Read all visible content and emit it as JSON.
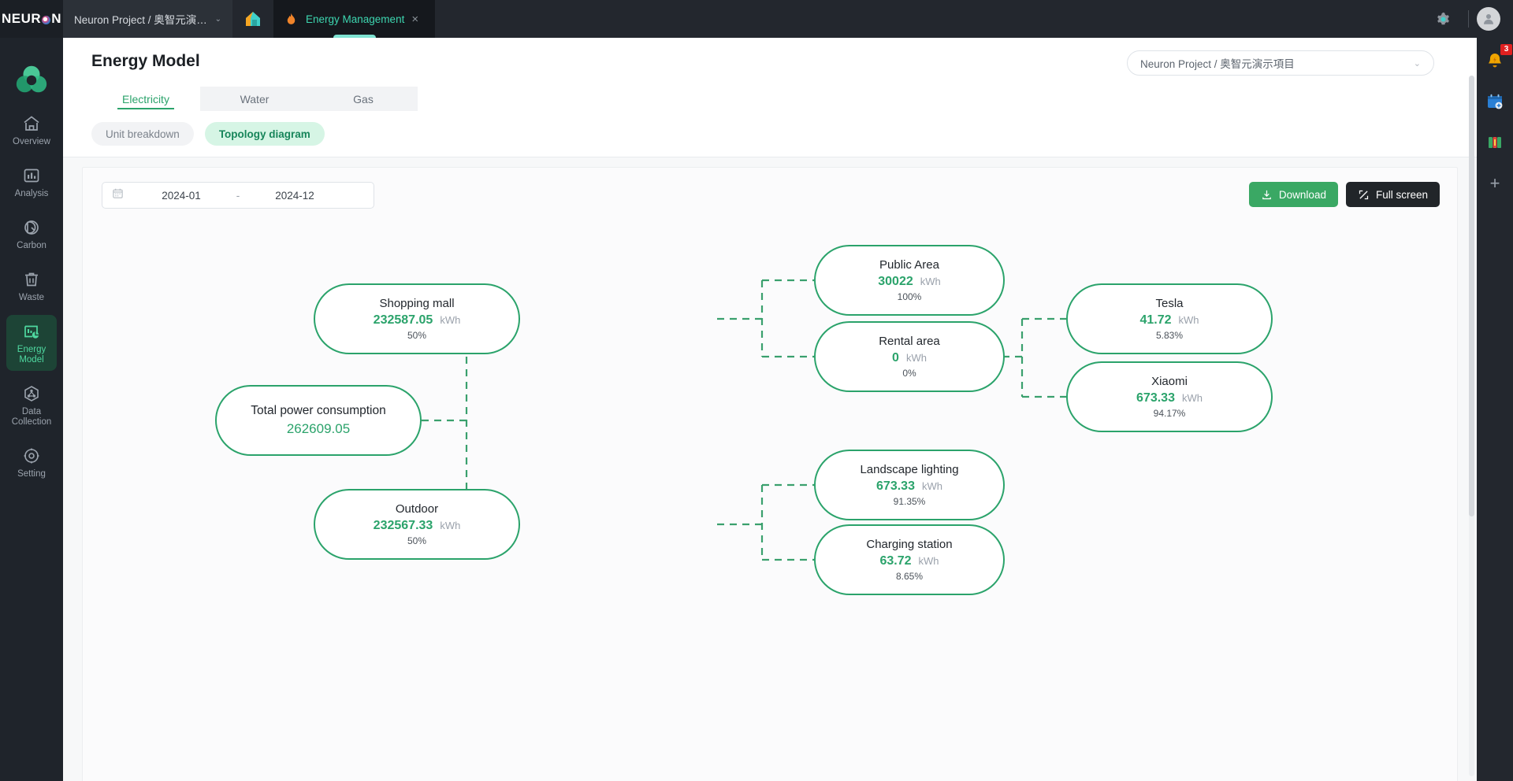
{
  "topbar": {
    "logo_text_left": "NEUR",
    "logo_text_right": "N",
    "project_tab_label": "Neuron Project / 奥智元演…",
    "app_tab_label": "Energy Management",
    "close_glyph": "×",
    "chevron_glyph": "⌄"
  },
  "sidebar": {
    "items": [
      {
        "label": "Overview",
        "icon": "home-icon",
        "active": false
      },
      {
        "label": "Analysis",
        "icon": "chart-bar-icon",
        "active": false
      },
      {
        "label": "Carbon",
        "icon": "carbon-cloud-icon",
        "active": false
      },
      {
        "label": "Waste",
        "icon": "trash-icon",
        "active": false
      },
      {
        "label": "Energy Model",
        "icon": "energy-model-icon",
        "active": true
      },
      {
        "label": "Data Collection",
        "icon": "data-node-icon",
        "active": false
      },
      {
        "label": "Setting",
        "icon": "gear-icon",
        "active": false
      }
    ]
  },
  "right_rail": {
    "notification_badge": "3",
    "plus_glyph": "+"
  },
  "page": {
    "title": "Energy Model",
    "project_selector_value": "Neuron Project / 奥智元演示項目",
    "selector_chevron": "⌄"
  },
  "tabs": [
    {
      "label": "Electricity",
      "active": true
    },
    {
      "label": "Water",
      "active": false
    },
    {
      "label": "Gas",
      "active": false
    }
  ],
  "view_modes": [
    {
      "label": "Unit breakdown",
      "active": false
    },
    {
      "label": "Topology diagram",
      "active": true
    }
  ],
  "toolbar": {
    "date_start": "2024-01",
    "date_separator": "-",
    "date_end": "2024-12",
    "download_label": "Download",
    "fullscreen_label": "Full screen"
  },
  "colors": {
    "accent_green": "#2ba36b",
    "download_green": "#3aa864",
    "dark": "#212529",
    "pill_active_bg": "#d6f5e5",
    "tab_active_text": "#2ba36b"
  },
  "chart_data": {
    "type": "tree",
    "title": "Electricity topology diagram",
    "unit": "kWh",
    "nodes": [
      {
        "id": "total",
        "label": "Total power consumption",
        "value": "262609.05",
        "unit": "",
        "percent": "",
        "level": 0
      },
      {
        "id": "mall",
        "label": "Shopping mall",
        "value": "232587.05",
        "unit": "kWh",
        "percent": "50%",
        "level": 1
      },
      {
        "id": "outdoor",
        "label": "Outdoor",
        "value": "232567.33",
        "unit": "kWh",
        "percent": "50%",
        "level": 1
      },
      {
        "id": "public",
        "label": "Public Area",
        "value": "30022",
        "unit": "kWh",
        "percent": "100%",
        "level": 2
      },
      {
        "id": "rental",
        "label": "Rental area",
        "value": "0",
        "unit": "kWh",
        "percent": "0%",
        "level": 2
      },
      {
        "id": "landscape",
        "label": "Landscape lighting",
        "value": "673.33",
        "unit": "kWh",
        "percent": "91.35%",
        "level": 2
      },
      {
        "id": "charging",
        "label": "Charging station",
        "value": "63.72",
        "unit": "kWh",
        "percent": "8.65%",
        "level": 2
      },
      {
        "id": "tesla",
        "label": "Tesla",
        "value": "41.72",
        "unit": "kWh",
        "percent": "5.83%",
        "level": 3
      },
      {
        "id": "xiaomi",
        "label": "Xiaomi",
        "value": "673.33",
        "unit": "kWh",
        "percent": "94.17%",
        "level": 3
      }
    ],
    "edges": [
      {
        "from": "total",
        "to": "mall"
      },
      {
        "from": "total",
        "to": "outdoor"
      },
      {
        "from": "mall",
        "to": "public"
      },
      {
        "from": "mall",
        "to": "rental"
      },
      {
        "from": "outdoor",
        "to": "landscape"
      },
      {
        "from": "outdoor",
        "to": "charging"
      },
      {
        "from": "rental",
        "to": "tesla"
      },
      {
        "from": "rental",
        "to": "xiaomi"
      }
    ]
  }
}
